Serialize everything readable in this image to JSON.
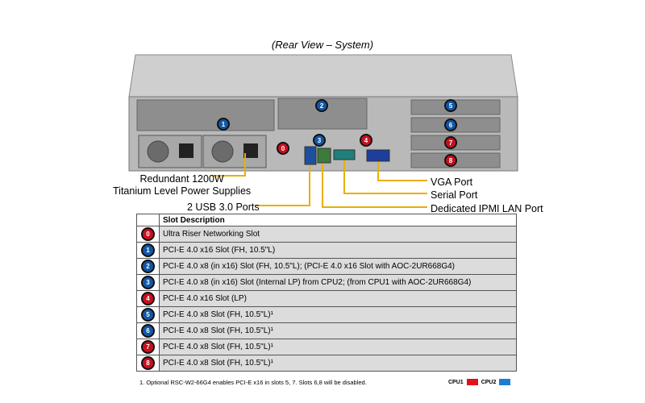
{
  "title": "(Rear View – System)",
  "callouts": {
    "power": [
      "Redundant 1200W",
      "Titanium Level Power Supplies"
    ],
    "usb": "2 USB 3.0 Ports",
    "vga": "VGA Port",
    "serial": "Serial Port",
    "ipmi": "Dedicated IPMI LAN Port"
  },
  "table": {
    "header": "Slot Description",
    "rows": [
      {
        "num": "0",
        "color": "#c8101e",
        "desc": "Ultra Riser Networking Slot"
      },
      {
        "num": "1",
        "color": "#1257a6",
        "desc": "PCI-E 4.0 x16 Slot (FH, 10.5\"L)"
      },
      {
        "num": "2",
        "color": "#1257a6",
        "desc": "PCI-E 4.0 x8 (in x16) Slot (FH, 10.5\"L); (PCI-E 4.0 x16 Slot with AOC-2UR668G4)"
      },
      {
        "num": "3",
        "color": "#1257a6",
        "desc": "PCI-E 4.0 x8 (in x16) Slot (Internal LP) from CPU2; (from CPU1 with AOC-2UR668G4)"
      },
      {
        "num": "4",
        "color": "#c8101e",
        "desc": "PCI-E 4.0 x16 Slot (LP)"
      },
      {
        "num": "5",
        "color": "#1257a6",
        "desc": "PCI-E 4.0 x8 Slot (FH, 10.5\"L)¹"
      },
      {
        "num": "6",
        "color": "#1257a6",
        "desc": "PCI-E 4.0 x8 Slot (FH, 10.5\"L)¹"
      },
      {
        "num": "7",
        "color": "#c8101e",
        "desc": "PCI-E 4.0 x8 Slot (FH, 10.5\"L)¹"
      },
      {
        "num": "8",
        "color": "#c8101e",
        "desc": "PCI-E 4.0 x8 Slot (FH, 10.5\"L)¹"
      }
    ]
  },
  "footnote": "1. Optional RSC-W2-66G4 enables PCI-E x16 in slots 5, 7.  Slots 6,8 will be disabled.",
  "legend": [
    {
      "label": "CPU1",
      "color": "#e3101e"
    },
    {
      "label": "CPU2",
      "color": "#1a7fd4"
    }
  ],
  "chassis_badges": [
    {
      "num": "0",
      "color": "#c8101e"
    },
    {
      "num": "1",
      "color": "#1257a6"
    },
    {
      "num": "2",
      "color": "#1257a6"
    },
    {
      "num": "3",
      "color": "#1257a6"
    },
    {
      "num": "4",
      "color": "#c8101e"
    },
    {
      "num": "5",
      "color": "#1257a6"
    },
    {
      "num": "6",
      "color": "#1257a6"
    },
    {
      "num": "7",
      "color": "#c8101e"
    },
    {
      "num": "8",
      "color": "#c8101e"
    }
  ]
}
